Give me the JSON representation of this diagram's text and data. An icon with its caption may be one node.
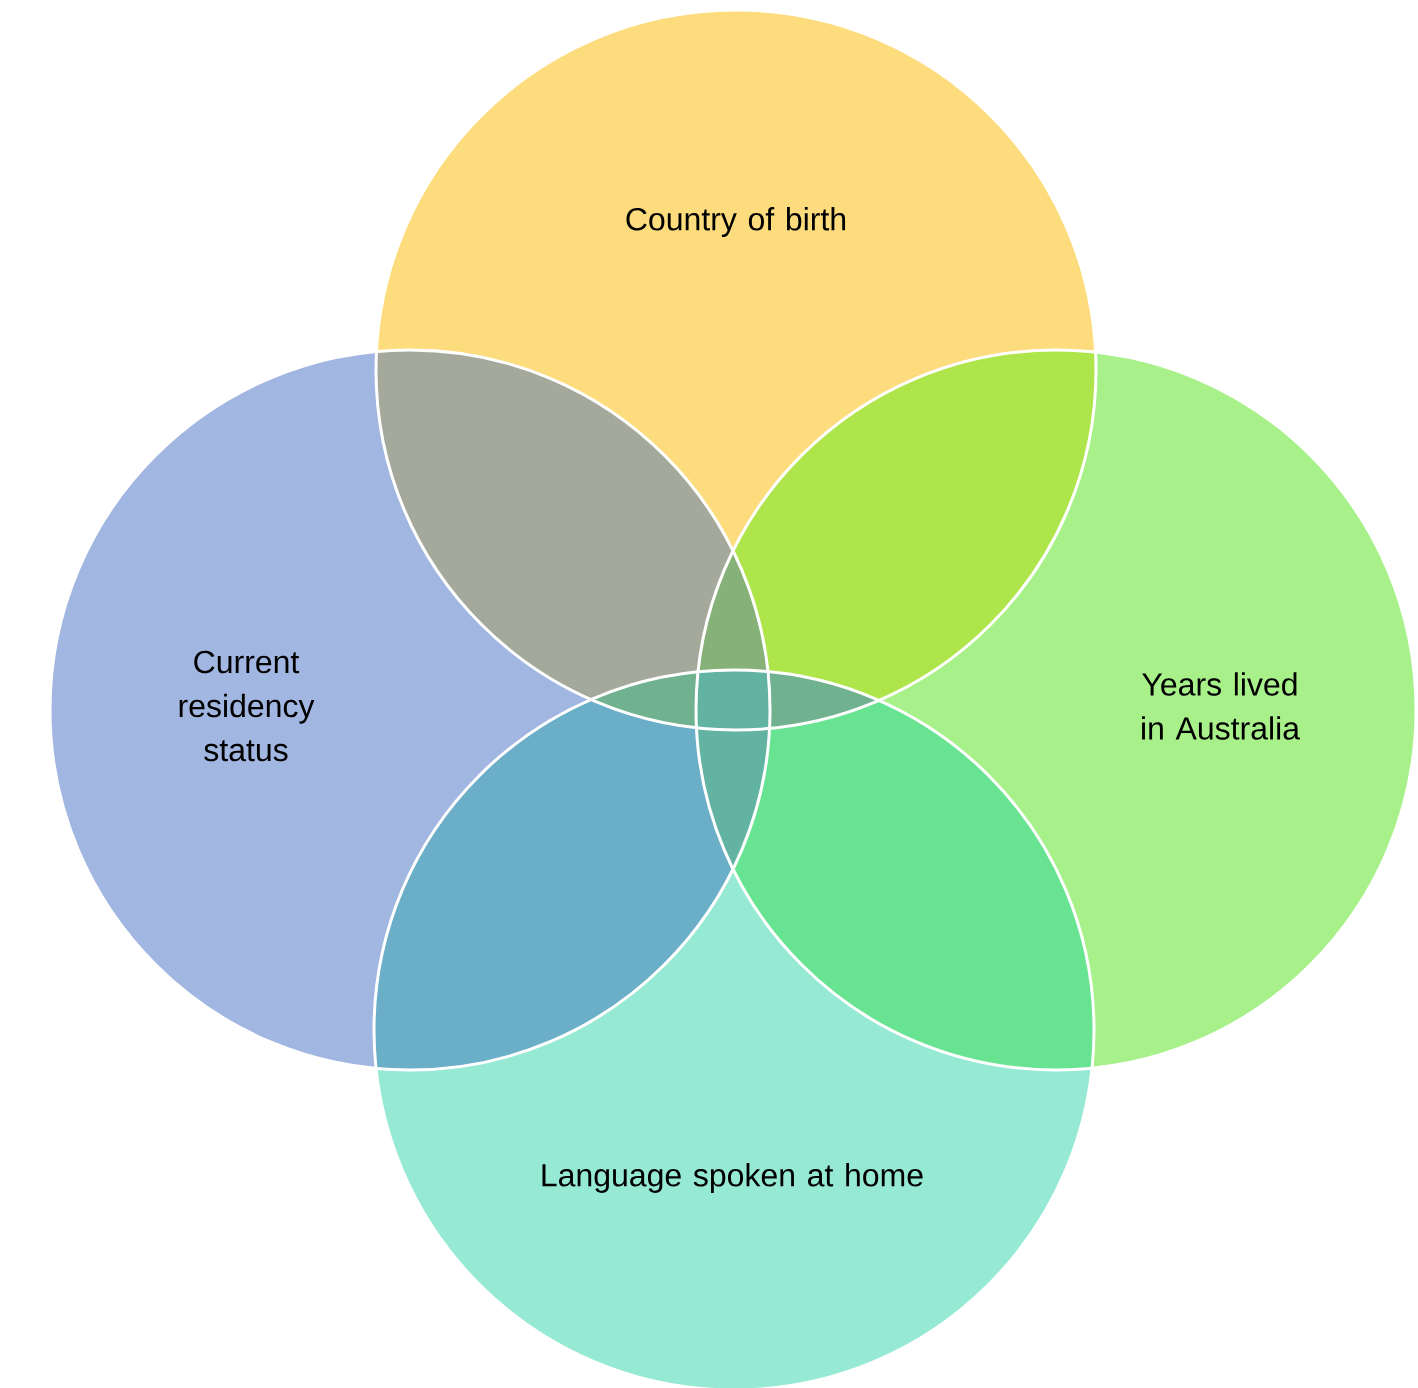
{
  "diagram": {
    "nodes": [
      {
        "text": [
          "Country of birth"
        ]
      },
      {
        "text": [
          "Current residency status"
        ]
      },
      {
        "text": [
          "Years lived in Australia"
        ]
      },
      {
        "text": [
          "Language spoken at home"
        ]
      }
    ]
  }
}
